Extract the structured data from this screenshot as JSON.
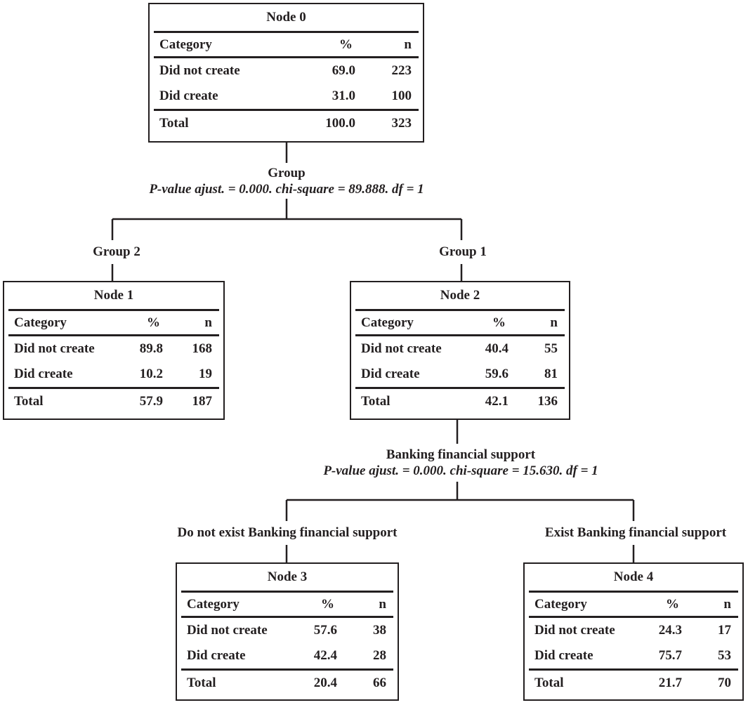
{
  "headers": {
    "category": "Category",
    "percent": "%",
    "n": "n"
  },
  "nodes": [
    {
      "title": "Node 0",
      "rows": [
        {
          "category": "Did not create",
          "percent": "69.0",
          "n": "223"
        },
        {
          "category": "Did create",
          "percent": "31.0",
          "n": "100"
        }
      ],
      "total": {
        "label": "Total",
        "percent": "100.0",
        "n": "323"
      }
    },
    {
      "title": "Node 1",
      "rows": [
        {
          "category": "Did not create",
          "percent": "89.8",
          "n": "168"
        },
        {
          "category": "Did create",
          "percent": "10.2",
          "n": "19"
        }
      ],
      "total": {
        "label": "Total",
        "percent": "57.9",
        "n": "187"
      }
    },
    {
      "title": "Node 2",
      "rows": [
        {
          "category": "Did not create",
          "percent": "40.4",
          "n": "55"
        },
        {
          "category": "Did create",
          "percent": "59.6",
          "n": "81"
        }
      ],
      "total": {
        "label": "Total",
        "percent": "42.1",
        "n": "136"
      }
    },
    {
      "title": "Node 3",
      "rows": [
        {
          "category": "Did not create",
          "percent": "57.6",
          "n": "38"
        },
        {
          "category": "Did create",
          "percent": "42.4",
          "n": "28"
        }
      ],
      "total": {
        "label": "Total",
        "percent": "20.4",
        "n": "66"
      }
    },
    {
      "title": "Node 4",
      "rows": [
        {
          "category": "Did not create",
          "percent": "24.3",
          "n": "17"
        },
        {
          "category": "Did create",
          "percent": "75.7",
          "n": "53"
        }
      ],
      "total": {
        "label": "Total",
        "percent": "21.7",
        "n": "70"
      }
    }
  ],
  "splits": [
    {
      "variable": "Group",
      "stats": "P-value ajust. = 0.000.  chi-square = 89.888.  df = 1",
      "branches": [
        "Group 2",
        "Group 1"
      ]
    },
    {
      "variable": "Banking financial support",
      "stats": "P-value ajust. = 0.000.  chi-square = 15.630.  df = 1",
      "branches": [
        "Do not exist Banking financial support",
        "Exist Banking financial support"
      ]
    }
  ]
}
